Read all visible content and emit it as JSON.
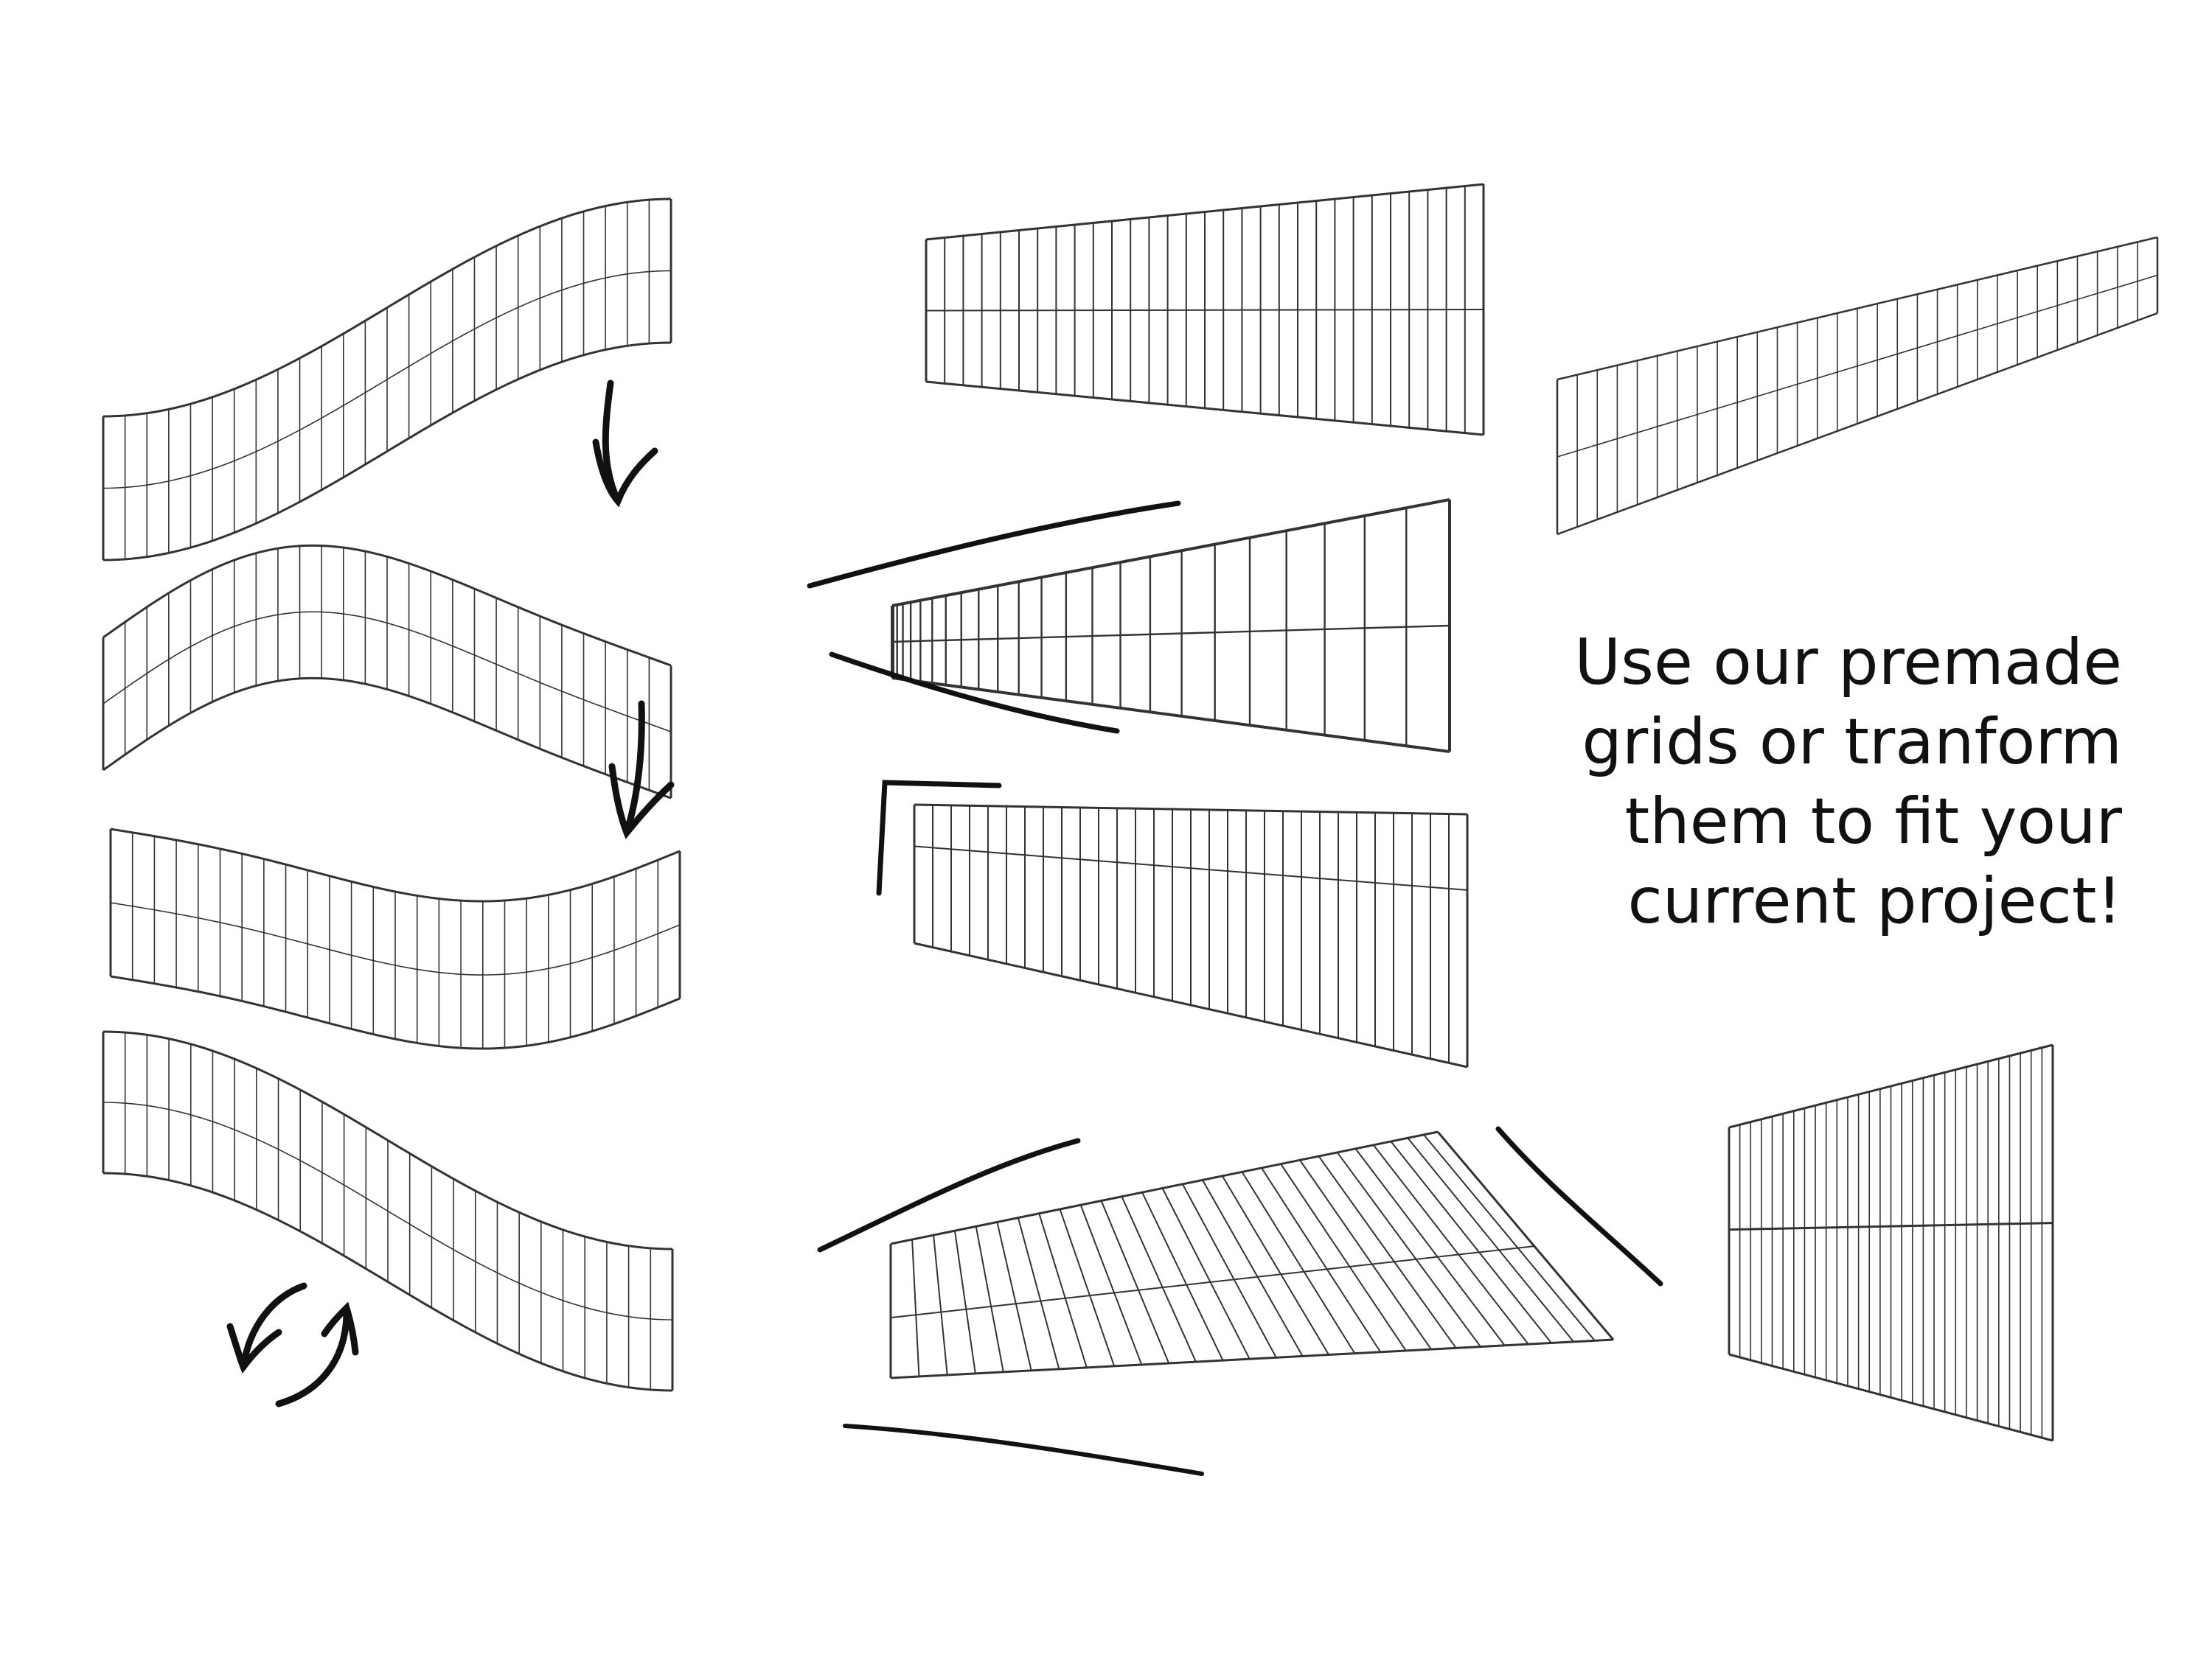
{
  "caption": {
    "lines": [
      "Use our premade",
      "grids or tranform",
      "them to fit your",
      "current project!"
    ]
  },
  "colors": {
    "background": "#ffffff",
    "ink": "#111111",
    "grid": "#333333"
  },
  "icons": {
    "arrow": "down-arrow-icon",
    "cycle": "rotate-arrows-icon"
  }
}
